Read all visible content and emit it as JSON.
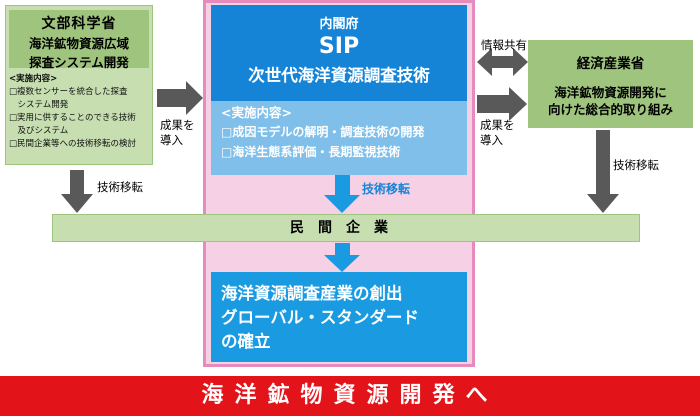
{
  "mext": {
    "ministry": "文部科学省",
    "title_line1": "海洋鉱物資源広域",
    "title_line2": "探査システム開発",
    "details_title": "<実施内容>",
    "items": [
      "□複数センサーを統合した探査",
      "　システム開発",
      "□実用に供することのできる技術",
      "　及びシステム",
      "□民間企業等への技術移転の検討"
    ]
  },
  "sip": {
    "org": "内閣府",
    "name": "SIP",
    "subtitle": "次世代海洋資源調査技術",
    "details_title": "<実施内容>",
    "items": [
      "□成因モデルの解明・調査技術の開発",
      "□海洋生態系評価・長期監視技術"
    ],
    "outcome_lines": [
      "海洋資源調査産業の創出",
      "グローバル・スタンダード",
      "の確立"
    ]
  },
  "meti": {
    "ministry": "経済産業省",
    "line1": "海洋鉱物資源開発に",
    "line2": "向けた総合的取り組み"
  },
  "labels": {
    "introduce_a": "成果を",
    "introduce_b": "導入",
    "introduce_right_a": "成果を",
    "introduce_right_b": "導入",
    "info_share": "情報共有",
    "tech_transfer_left": "技術移転",
    "tech_transfer_center": "技術移転",
    "tech_transfer_right": "技術移転"
  },
  "private_sector": "民間企業",
  "footer": "海洋鉱物資源開発へ",
  "colors": {
    "green_light": "#c6deb0",
    "green_dark": "#9fc47e",
    "blue_dark": "#1684d6",
    "blue_light": "#7fbfe9",
    "pink": "#f6d1e6",
    "red": "#e2141a",
    "arrow_gray": "#595959"
  }
}
